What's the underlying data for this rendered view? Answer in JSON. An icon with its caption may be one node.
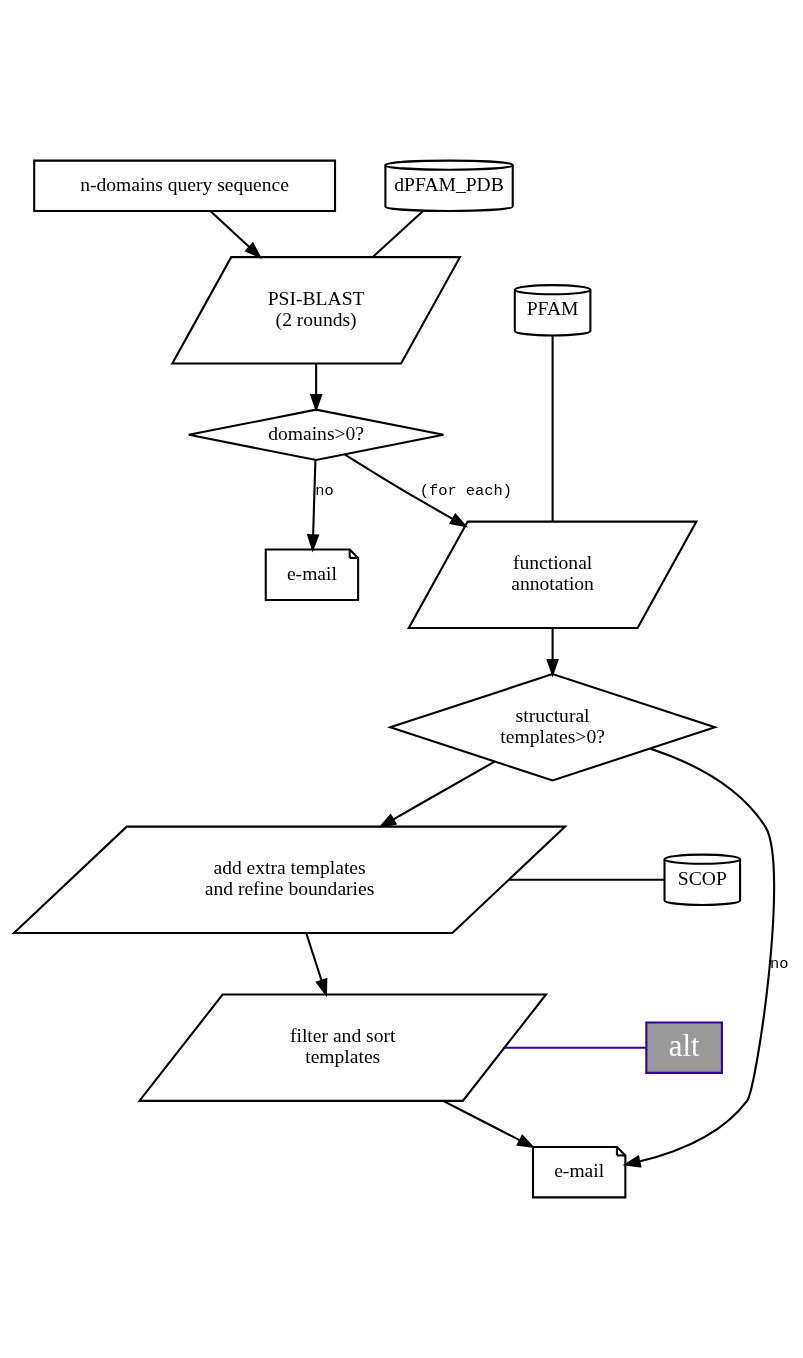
{
  "diagram": {
    "nodes": [
      {
        "text": [
          "n-domains query sequence"
        ]
      },
      {
        "text": [
          "dPFAM_PDB"
        ]
      },
      {
        "text": [
          "PFAM"
        ]
      },
      {
        "text": [
          "PSI-BLAST (2 rounds)"
        ]
      },
      {
        "text": [
          "domains>0?"
        ]
      },
      {
        "text": [
          "e-mail"
        ]
      },
      {
        "text": [
          "functional annotation"
        ]
      },
      {
        "text": [
          "structural templates>0?"
        ]
      },
      {
        "text": [
          "SCOP"
        ]
      },
      {
        "text": [
          "add extra templates and refine boundaries"
        ]
      },
      {
        "text": [
          "filter and sort templates"
        ]
      },
      {
        "text": [
          "e-mail"
        ]
      },
      {
        "text": [
          "alt"
        ]
      }
    ],
    "edges": [
      {
        "from": 0,
        "to": 3,
        "arrow": "to"
      },
      {
        "from": 1,
        "to": 3,
        "arrow": "none"
      },
      {
        "from": 3,
        "to": 4,
        "arrow": "to"
      },
      {
        "from": 4,
        "to": 5,
        "arrow": "to",
        "label": "no"
      },
      {
        "from": 4,
        "to": 6,
        "arrow": "to",
        "label": "(for each)"
      },
      {
        "from": 2,
        "to": 6,
        "arrow": "none"
      },
      {
        "from": 6,
        "to": 7,
        "arrow": "to"
      },
      {
        "from": 7,
        "to": 9,
        "arrow": "to"
      },
      {
        "from": 8,
        "to": 9,
        "arrow": "none"
      },
      {
        "from": 9,
        "to": 10,
        "arrow": "to"
      },
      {
        "from": 10,
        "to": 11,
        "arrow": "to"
      },
      {
        "from": 7,
        "to": 11,
        "arrow": "to",
        "label": "no"
      },
      {
        "from": 12,
        "to": 10,
        "arrow": "none",
        "color": "#330099"
      }
    ]
  }
}
